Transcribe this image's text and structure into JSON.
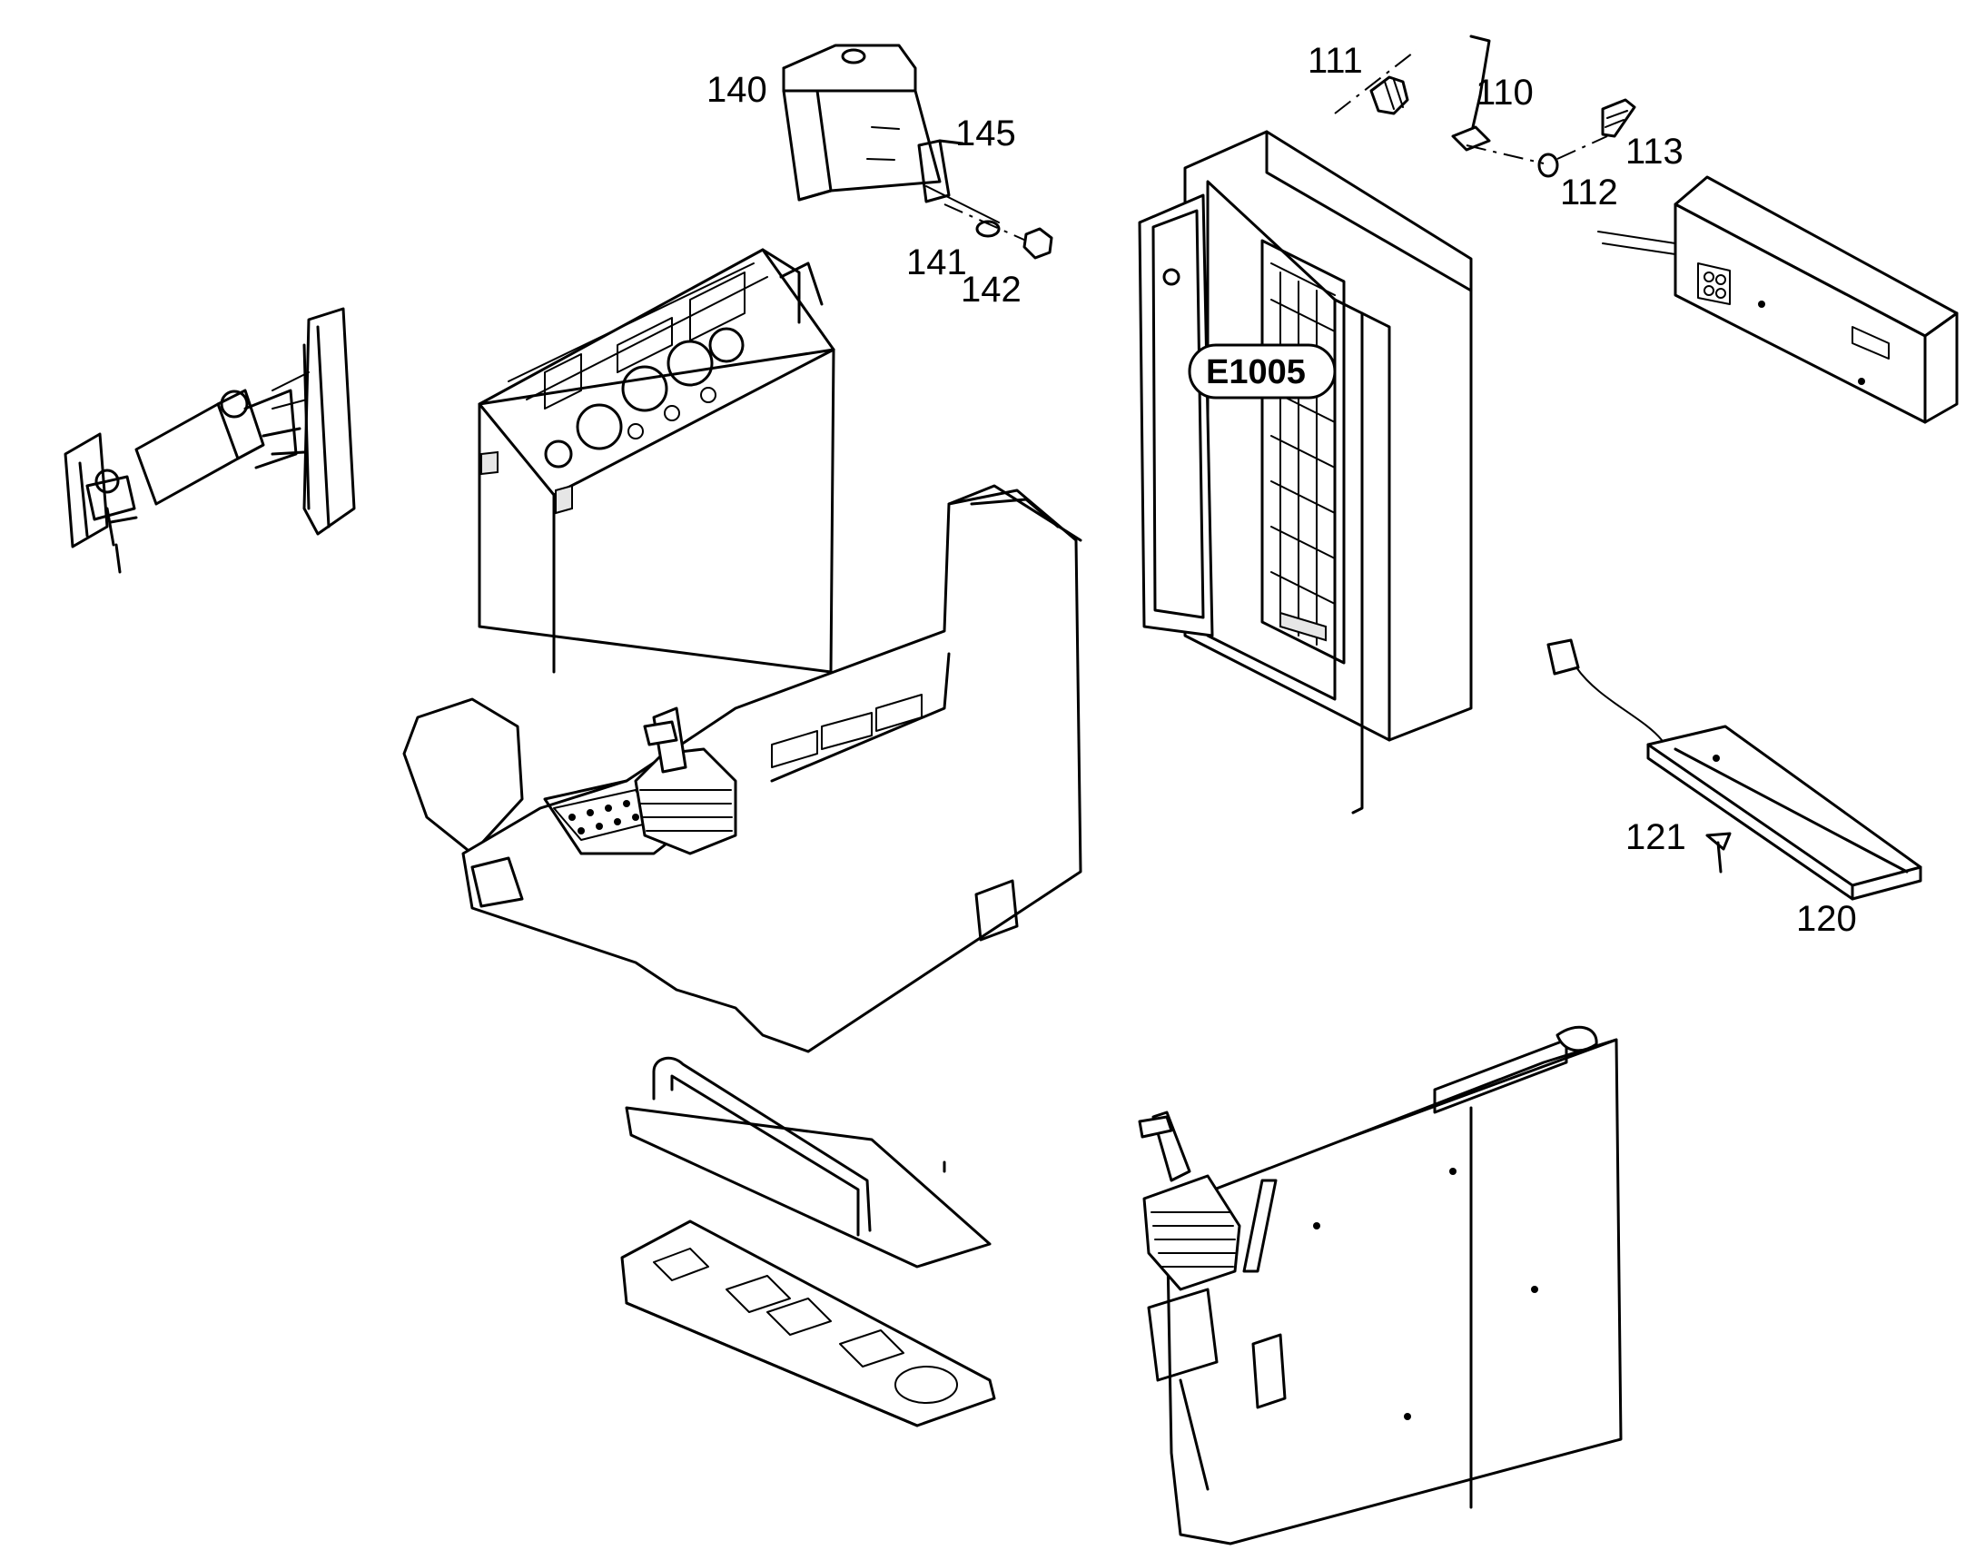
{
  "diagram": {
    "part_labels": {
      "p140": "140",
      "p145": "145",
      "p141": "141",
      "p142": "142",
      "p111": "111",
      "p110": "110",
      "p113": "113",
      "p112": "112",
      "p121": "121",
      "p120": "120"
    },
    "reference_label": "E1005"
  }
}
